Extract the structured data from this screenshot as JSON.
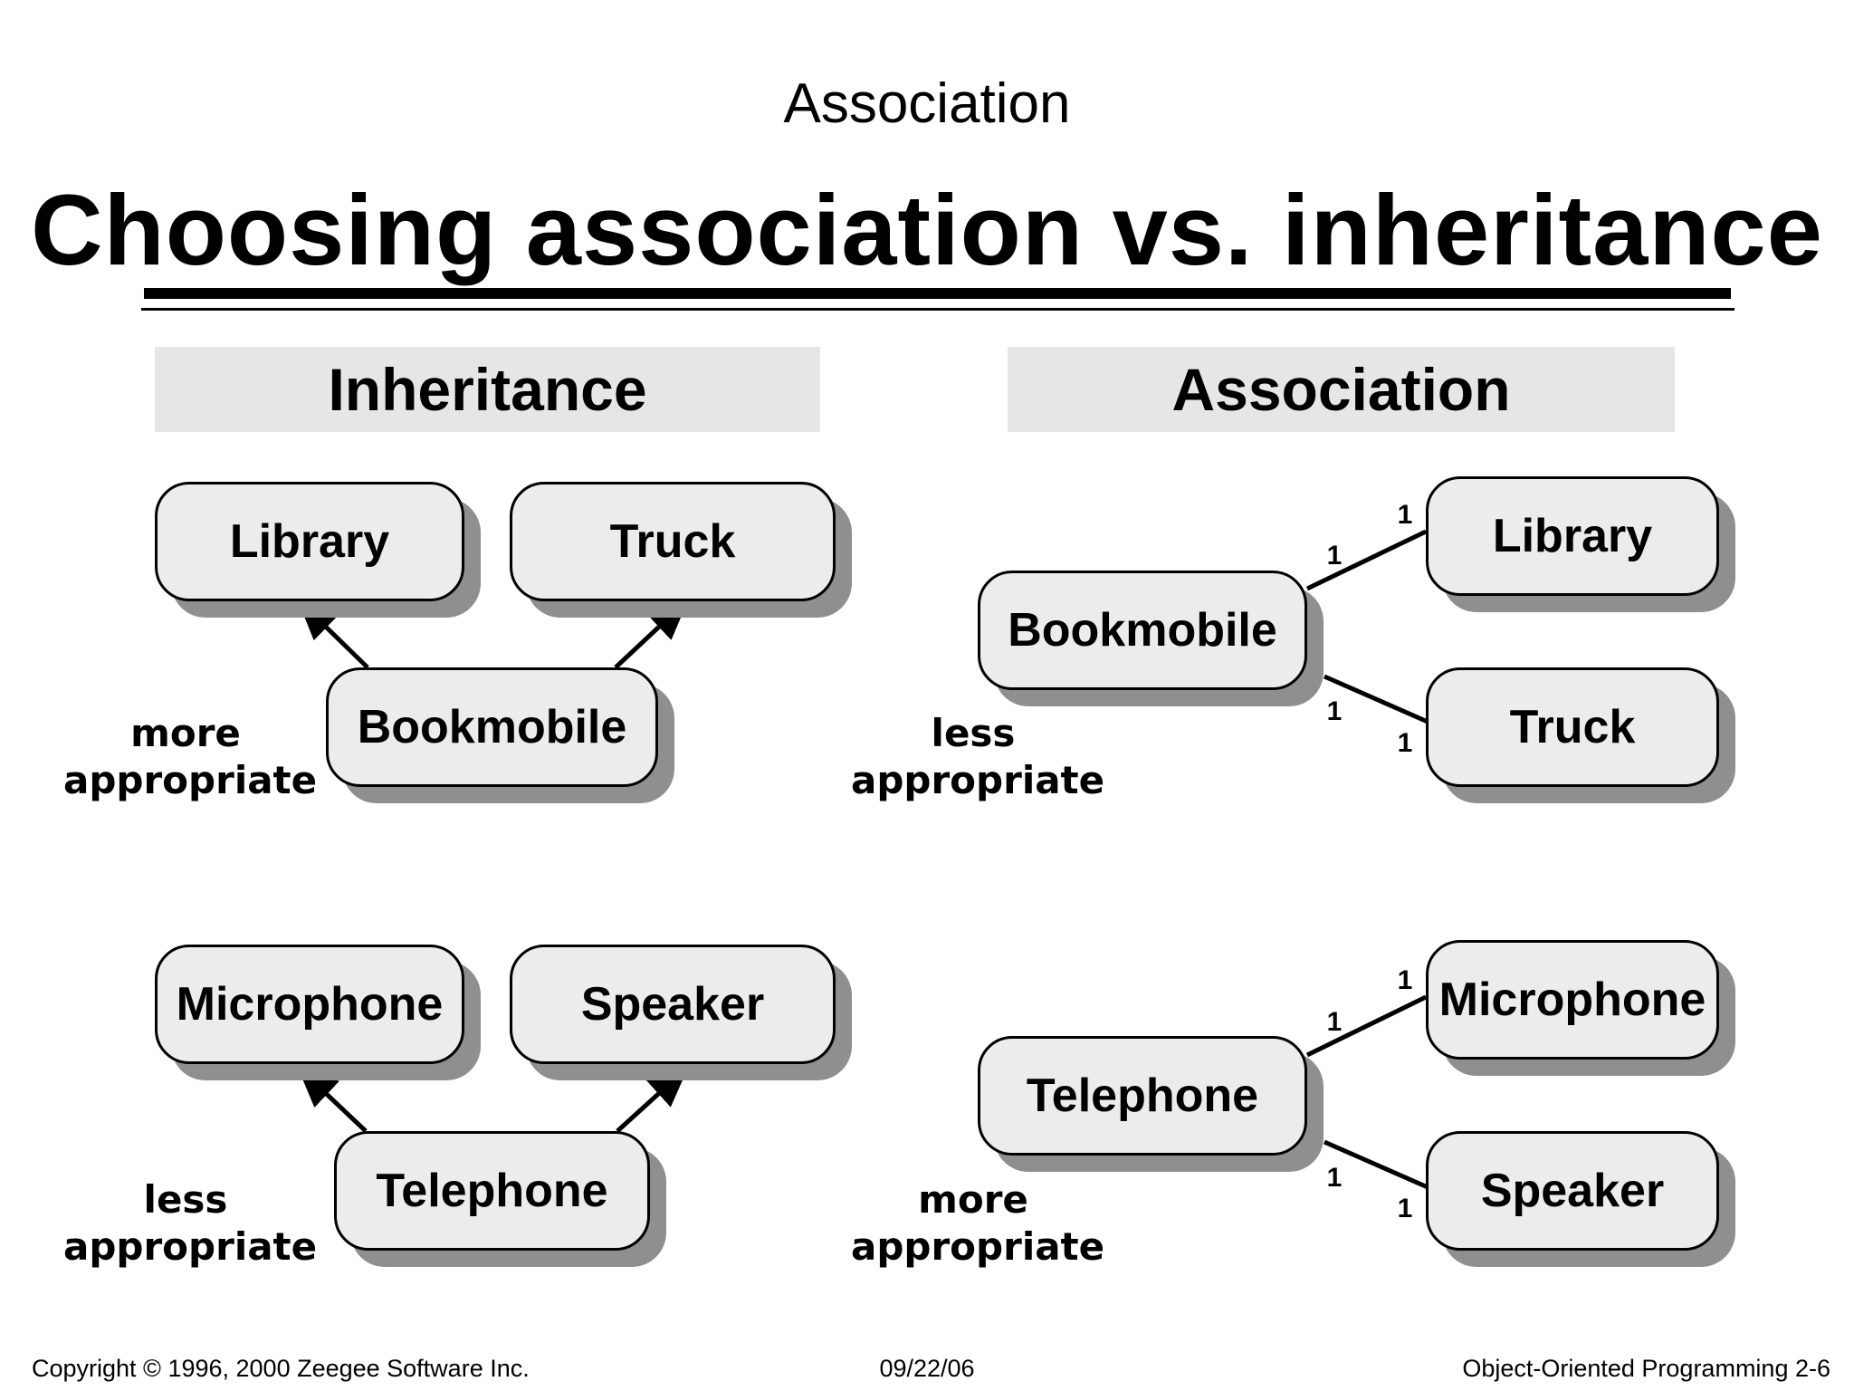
{
  "header": {
    "supertitle": "Association",
    "title": "Choosing association vs. inheritance"
  },
  "columns": {
    "left": "Inheritance",
    "right": "Association"
  },
  "diagrams": {
    "inh_top": {
      "parent1": "Library",
      "parent2": "Truck",
      "child": "Bookmobile",
      "note1": "more",
      "note2": "appropriate"
    },
    "inh_bottom": {
      "parent1": "Microphone",
      "parent2": "Speaker",
      "child": "Telephone",
      "note1": "less",
      "note2": "appropriate"
    },
    "assoc_top": {
      "whole": "Bookmobile",
      "part1": "Library",
      "part2": "Truck",
      "note1": "less",
      "note2": "appropriate"
    },
    "assoc_bottom": {
      "whole": "Telephone",
      "part1": "Microphone",
      "part2": "Speaker",
      "note1": "more",
      "note2": "appropriate"
    }
  },
  "multiplicity": "1",
  "footer": {
    "copyright": "Copyright © 1996, 2000 Zeegee Software Inc.",
    "date": "09/22/06",
    "course": "Object-Oriented Programming 2-6"
  }
}
